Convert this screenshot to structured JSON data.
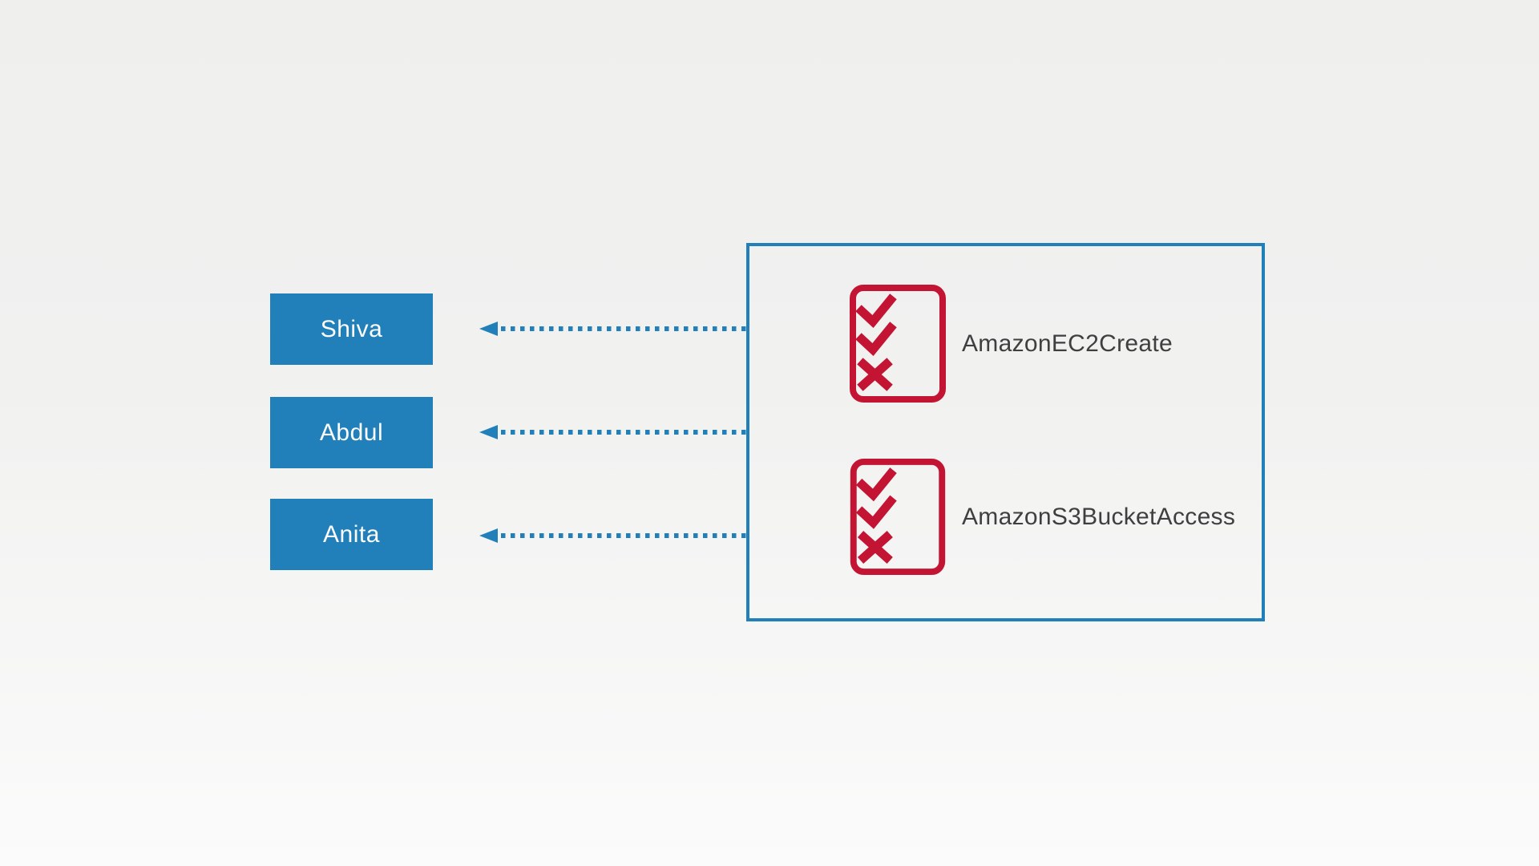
{
  "diagram": {
    "users": [
      {
        "label": "Shiva"
      },
      {
        "label": "Abdul"
      },
      {
        "label": "Anita"
      }
    ],
    "policies": [
      {
        "label": "AmazonEC2Create"
      },
      {
        "label": "AmazonS3BucketAccess"
      }
    ]
  },
  "colors": {
    "accent-blue": "#2180b9",
    "policy-red": "#c41434",
    "label-text": "#3f3f3f",
    "user-text": "#fdfdfd",
    "bg-top": "#efefee",
    "bg-bottom": "#fbfbfb"
  }
}
